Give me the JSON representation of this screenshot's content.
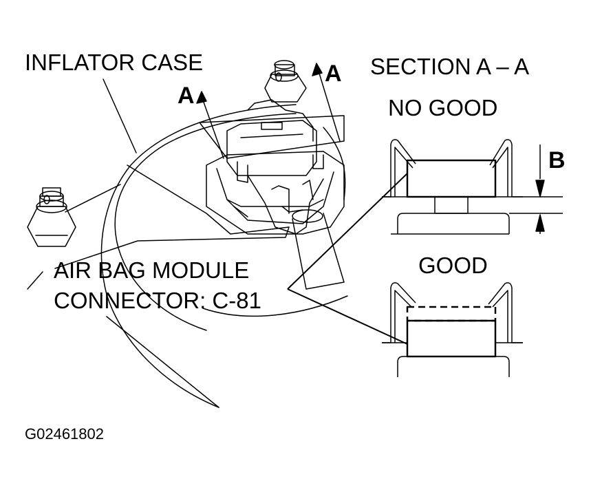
{
  "labels": {
    "inflator_case": "INFLATOR CASE",
    "section_title": "SECTION A – A",
    "no_good": "NO GOOD",
    "good": "GOOD",
    "dimension_b": "B",
    "connector_line1": "AIR BAG MODULE",
    "connector_line2": "CONNECTOR: C-81",
    "section_marker_left": "A",
    "section_marker_right": "A",
    "figure_code": "G02461802"
  },
  "colors": {
    "ink": "#000000",
    "paper": "#ffffff"
  }
}
